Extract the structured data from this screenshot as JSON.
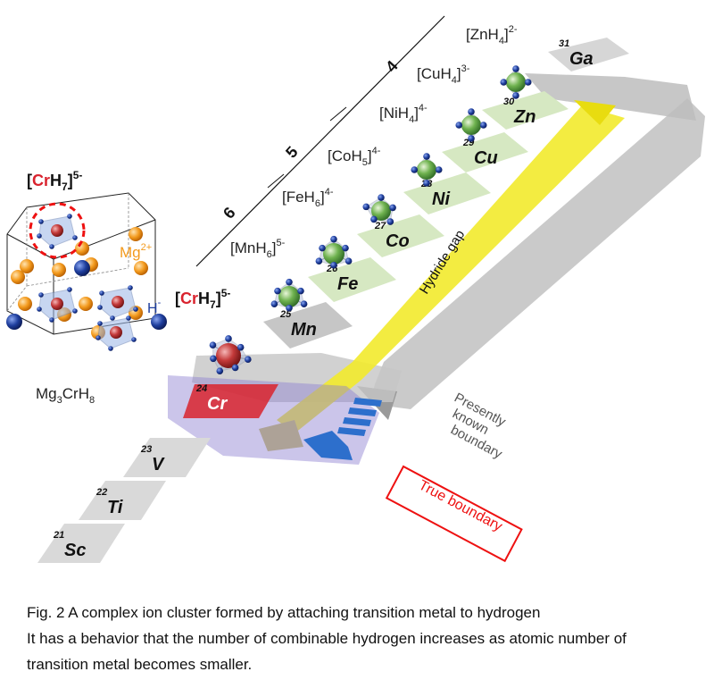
{
  "figure": {
    "crystal": {
      "cluster_label_prefix": "[",
      "cluster_label_metal": "Cr",
      "cluster_label_rest": "H",
      "cluster_label_sub": "7",
      "cluster_label_close": "]",
      "cluster_label_sup": "5-",
      "mg_label": "Mg",
      "mg_sup": "2+",
      "h_label": "H",
      "h_sup": "-",
      "formula_parts": [
        "Mg",
        "3",
        "CrH",
        "8"
      ]
    },
    "groups": [
      {
        "label": "4"
      },
      {
        "label": "5"
      },
      {
        "label": "6"
      }
    ],
    "complexes": [
      {
        "core": "[ZnH",
        "sub": "4",
        "close": "]",
        "sup": "2-"
      },
      {
        "core": "[CuH",
        "sub": "4",
        "close": "]",
        "sup": "3-"
      },
      {
        "core": "[NiH",
        "sub": "4",
        "close": "]",
        "sup": "4-"
      },
      {
        "core": "[CoH",
        "sub": "5",
        "close": "]",
        "sup": "4-"
      },
      {
        "core": "[FeH",
        "sub": "6",
        "close": "]",
        "sup": "4-"
      },
      {
        "core": "[MnH",
        "sub": "6",
        "close": "]",
        "sup": "5-"
      }
    ],
    "cr_complex": {
      "open": "[",
      "metal": "Cr",
      "h": "H",
      "sub": "7",
      "close": "]",
      "sup": "5-"
    },
    "elements": [
      {
        "symbol": "Ga",
        "number": "31"
      },
      {
        "symbol": "Zn",
        "number": "30"
      },
      {
        "symbol": "Cu",
        "number": "29"
      },
      {
        "symbol": "Ni",
        "number": "28"
      },
      {
        "symbol": "Co",
        "number": "27"
      },
      {
        "symbol": "Fe",
        "number": "26"
      },
      {
        "symbol": "Mn",
        "number": "25"
      },
      {
        "symbol": "Cr",
        "number": "24"
      },
      {
        "symbol": "V",
        "number": "23"
      },
      {
        "symbol": "Ti",
        "number": "22"
      },
      {
        "symbol": "Sc",
        "number": "21"
      }
    ],
    "hydride_gap_label": "Hydride gap",
    "presently_known_lines": [
      "Presently",
      "known",
      "boundary"
    ],
    "true_boundary_label": "True boundary",
    "colors": {
      "cr_red": "#d9232e",
      "hydrogen_blue": "#1f3f9e",
      "mg_orange": "#f39a1d",
      "metal_green": "#69b04b",
      "gap_yellow": "#f2ea2c",
      "boundary_blue": "#2d6fcc",
      "tile_green": "#d6e8c2",
      "tile_grey": "#d9d9d9",
      "known_arrow_grey": "#9c9c9c"
    }
  },
  "caption": {
    "line1": "Fig. 2 A complex ion cluster formed by attaching transition metal to hydrogen",
    "line2": "It has a behavior that the number of combinable hydrogen increases as atomic number of",
    "line3": "transition metal becomes smaller."
  }
}
